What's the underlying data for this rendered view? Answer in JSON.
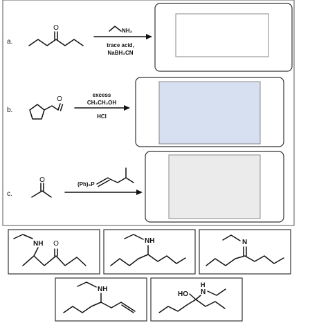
{
  "reactions": [
    {
      "letter": "a.",
      "reagent_amine_label": "NH₂",
      "reagent_line1": "trace acid,",
      "reagent_line2": "NaBH₃CN",
      "substrate_oxygen": "O",
      "drop_fill": "#ffffff",
      "drop_inner_fill": "#ffffff"
    },
    {
      "letter": "b.",
      "reagent_line1": "excess",
      "reagent_line2": "CH₃CH₂OH",
      "reagent_line3": "HCl",
      "substrate_oxygen": "O",
      "drop_fill": "#ffffff",
      "drop_inner_fill": "#d6e0f0"
    },
    {
      "letter": "c.",
      "reagent_ylide_label": "(Ph)₃P",
      "substrate_oxygen": "O",
      "drop_fill": "#ffffff",
      "drop_inner_fill": "#ebebeb"
    }
  ],
  "answers": [
    {
      "nh_label": "NH",
      "o_label": "O"
    },
    {
      "nh_label": "NH"
    },
    {
      "n_label": "N"
    },
    {
      "nh_label": "NH"
    },
    {
      "ho_label": "HO",
      "h_label": "H",
      "n_label": "N"
    }
  ]
}
